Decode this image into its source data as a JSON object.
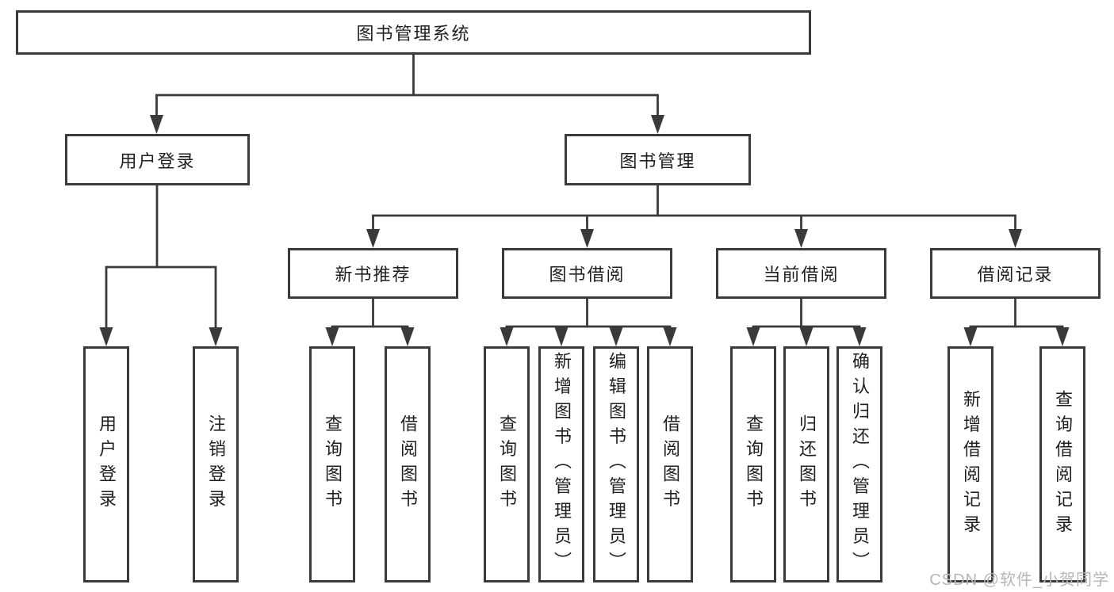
{
  "title": "图书管理系统",
  "level2": [
    "用户登录",
    "图书管理"
  ],
  "level3": [
    "新书推荐",
    "图书借阅",
    "当前借阅",
    "借阅记录"
  ],
  "leaves": {
    "user_login": [
      "用户登录",
      "注销登录"
    ],
    "new_book_recommend": [
      "查询图书",
      "借阅图书"
    ],
    "book_borrow": [
      "查询图书",
      "新增图书（管理员）",
      "编辑图书（管理员）",
      "借阅图书"
    ],
    "current_borrow": [
      "查询图书",
      "归还图书",
      "确认归还（管理员）"
    ],
    "borrow_record": [
      "新增借阅记录",
      "查询借阅记录"
    ]
  },
  "watermark": "CSDN @软件_小贺同学",
  "colors": {
    "line": "#3a3a3a",
    "box_border": "#3a3a3a",
    "text": "#1f1f1f",
    "watermark": "#b6b6b6",
    "background": "#ffffff"
  }
}
